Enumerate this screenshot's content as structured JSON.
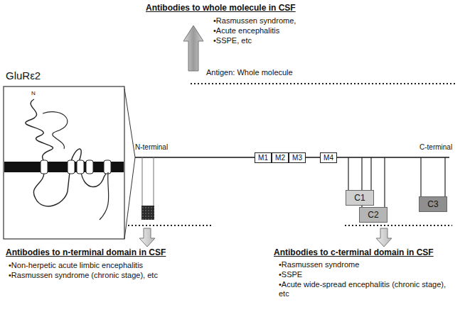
{
  "diagram": {
    "nodes": [
      {
        "text": [
          "M1"
        ]
      },
      {
        "text": [
          "M2"
        ]
      },
      {
        "text": [
          "M3"
        ]
      },
      {
        "text": [
          "M4"
        ]
      },
      {
        "text": [
          "C1"
        ]
      },
      {
        "text": [
          "C2"
        ]
      },
      {
        "text": [
          "C3"
        ]
      }
    ],
    "labels": [
      "Antibodies to whole molecule in CSF",
      "•Rasmussen syndrome,",
      "•Acute encephalitis",
      "•SSPE, etc",
      "GluRε2",
      "Antigen: Whole molecule",
      "N-terminal",
      "C-terminal",
      "Antibodies to n-terminal domain in CSF",
      "•Non-herpetic acute limbic encephalitis",
      "•Rasmussen syndrome (chronic stage), etc",
      "Antibodies to c-terminal domain in CSF",
      "•Rasmussen syndrome",
      "•SSPE",
      "•Acute wide-spread encephalitis (chronic stage), etc",
      "N"
    ]
  }
}
